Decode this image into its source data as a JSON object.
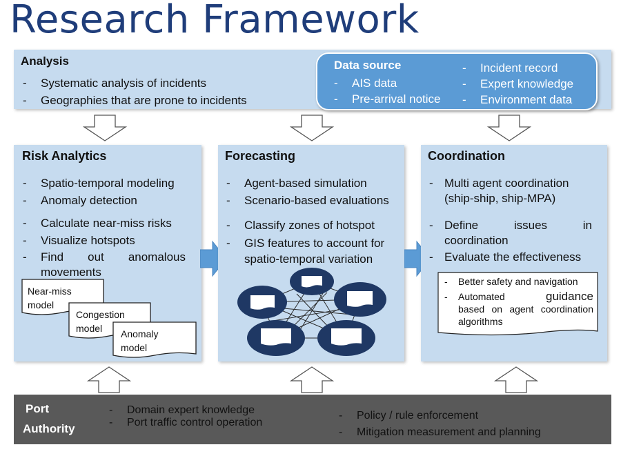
{
  "title": "Research Framework",
  "analysis": {
    "heading": "Analysis",
    "items": [
      "Systematic analysis of incidents",
      "Geographies that are prone to incidents"
    ]
  },
  "data_source": {
    "heading": "Data source",
    "left_items": [
      "AIS data",
      "Pre-arrival notice"
    ],
    "right_items": [
      "Incident record",
      "Expert knowledge",
      "Environment data"
    ]
  },
  "risk_analytics": {
    "heading": "Risk Analytics",
    "group1": [
      "Spatio-temporal modeling",
      "Anomaly detection"
    ],
    "group2": [
      "Calculate near-miss risks",
      "Visualize hotspots",
      "Find out anomalous movements"
    ],
    "cards": [
      "Near-miss model",
      "Congestion model",
      "Anomaly model"
    ]
  },
  "forecasting": {
    "heading": "Forecasting",
    "group1": [
      "Agent-based simulation",
      "Scenario-based evaluations"
    ],
    "group2": [
      "Classify zones of hotspot",
      "GIS features to account for spatio-temporal variation"
    ]
  },
  "coordination": {
    "heading": "Coordination",
    "items": [
      "Multi agent coordination (ship-ship, ship-MPA)",
      "Define issues in coordination",
      "Evaluate the effectiveness"
    ],
    "note_items": [
      "Better safety and navigation",
      "Automated",
      "guidance",
      "based on agent coordination algorithms"
    ]
  },
  "port_authority": {
    "heading_line1": "Port",
    "heading_line2": "Authority",
    "left_items": [
      "Domain expert knowledge",
      "Port traffic control operation"
    ],
    "right_items": [
      "Policy / rule enforcement",
      "Mitigation measurement and planning"
    ]
  },
  "colors": {
    "title": "#1f3d7a",
    "panel": "#c6dbef",
    "data_source": "#5b9bd5",
    "arrow": "#5b9bd5",
    "port": "#595959",
    "network_node": "#1f3864"
  }
}
